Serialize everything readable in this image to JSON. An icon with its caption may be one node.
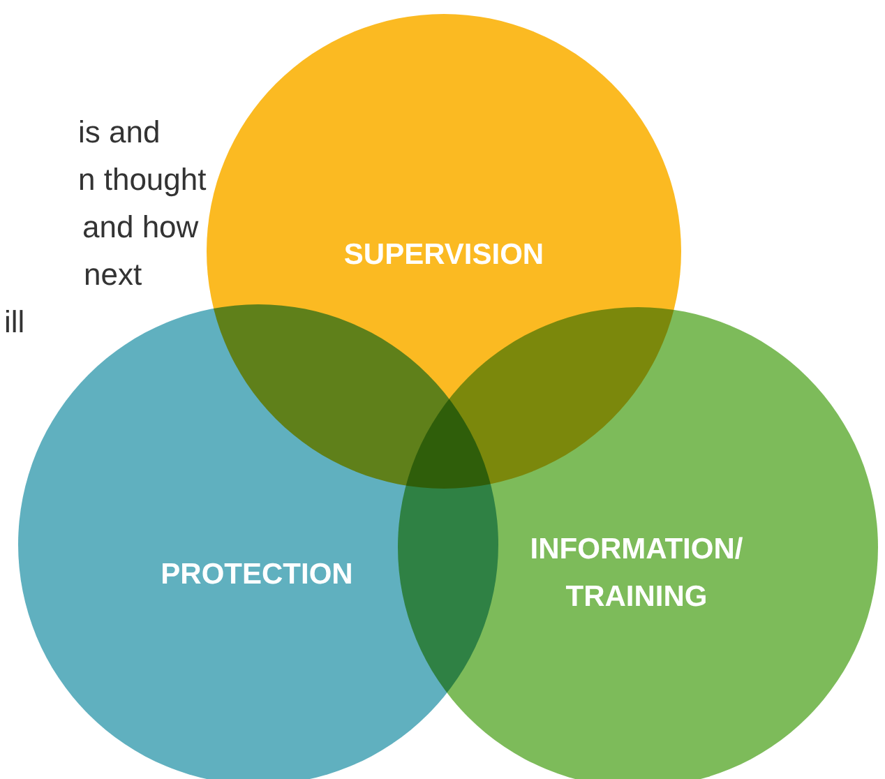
{
  "diagram": {
    "nodes": [
      {
        "text": [
          "SUPERVISION"
        ]
      },
      {
        "text": [
          "PROTECTION"
        ]
      },
      {
        "text": [
          "INFORMATION/ TRAINING"
        ]
      }
    ],
    "labels": [
      "is and",
      "n thought",
      "and how",
      "next",
      "ill"
    ]
  }
}
